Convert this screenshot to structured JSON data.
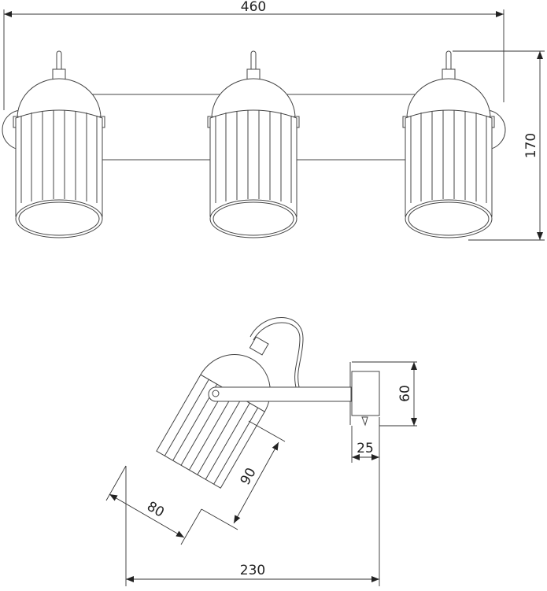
{
  "drawing": {
    "front_view": {
      "width_label": "460",
      "height_label": "170",
      "lamp_count": 3
    },
    "side_view": {
      "plate_height_label": "60",
      "plate_depth_label": "25",
      "shade_length_label": "90",
      "shade_diameter_label": "80",
      "total_projection_label": "230"
    },
    "line_color": "#444444"
  }
}
